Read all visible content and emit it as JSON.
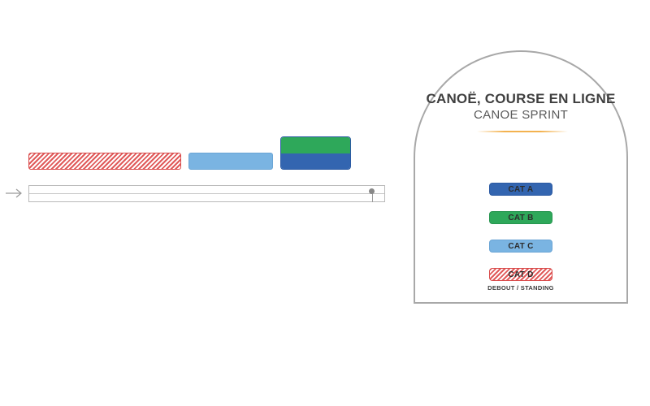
{
  "legend": {
    "title_fr": "CANOË, COURSE EN LIGNE",
    "title_en": "CANOE SPRINT",
    "categories": [
      {
        "label": "CAT A",
        "color": "#3365b0"
      },
      {
        "label": "CAT B",
        "color": "#2ea85a"
      },
      {
        "label": "CAT C",
        "color": "#7ab4e2"
      },
      {
        "label": "CAT D",
        "color": "#e05a5a",
        "pattern": "hatched"
      }
    ],
    "standing_note": "DEBOUT / STANDING",
    "divider_color": "#f3b24f"
  },
  "seating": {
    "sections": [
      {
        "category": "CAT D",
        "pattern": "hatched"
      },
      {
        "category": "CAT C"
      },
      {
        "category": "CAT B"
      },
      {
        "category": "CAT A"
      }
    ]
  },
  "course": {
    "start_icon": "arrow-right-icon",
    "finish_marker": "finish-line-marker"
  }
}
